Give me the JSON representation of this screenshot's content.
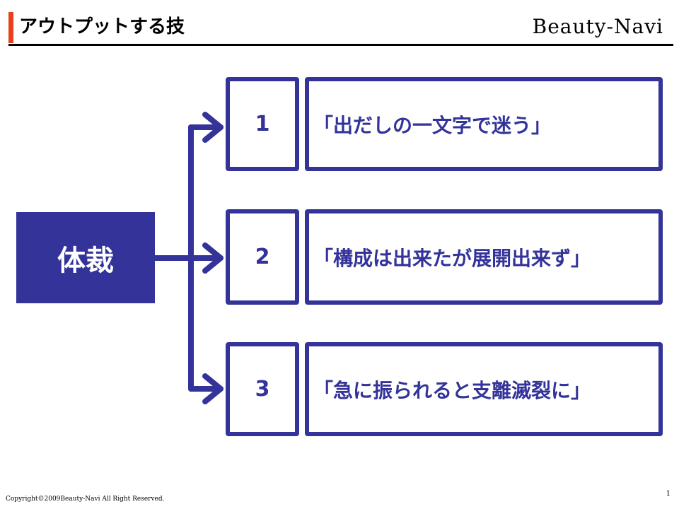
{
  "colors": {
    "accent": "#e8401c",
    "primary": "#33339a"
  },
  "header": {
    "title": "アウトプットする技",
    "brand": "Beauty-Navi"
  },
  "diagram": {
    "root_label": "体裁",
    "items": [
      {
        "number": "1",
        "text": "「出だしの一文字で迷う」"
      },
      {
        "number": "2",
        "text": "「構成は出来たが展開出来ず」"
      },
      {
        "number": "3",
        "text": "「急に振られると支離滅裂に」"
      }
    ]
  },
  "footer": {
    "copyright": "Copyright©2009Beauty-Navi All Right Reserved.",
    "page_number": "1"
  }
}
